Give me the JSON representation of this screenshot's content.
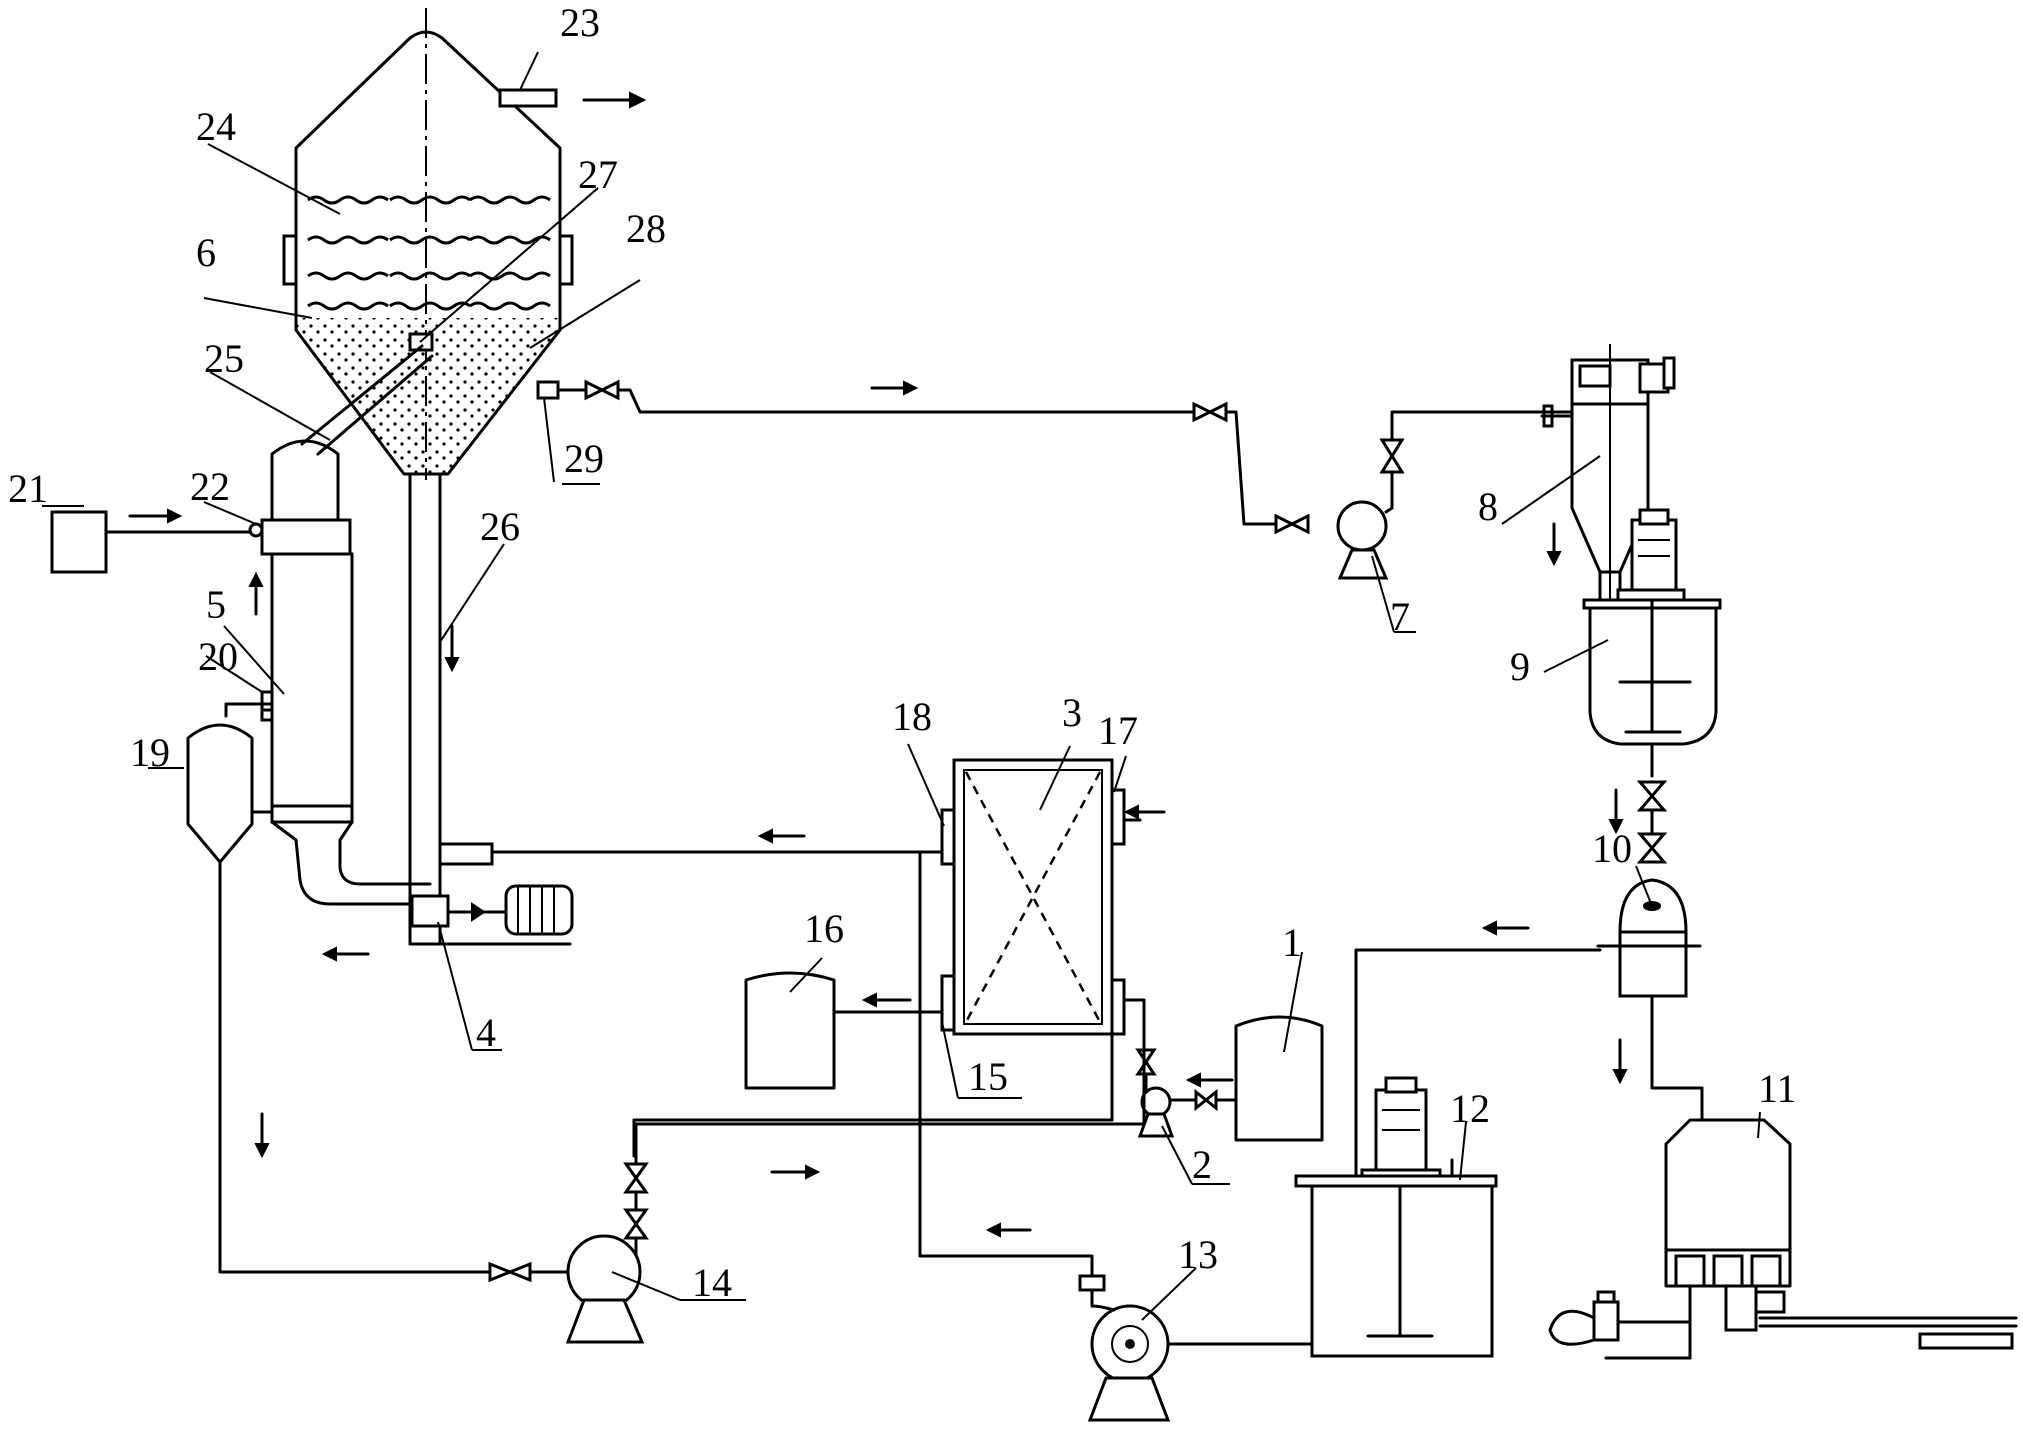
{
  "labels": {
    "l1": "1",
    "l2": "2",
    "l3": "3",
    "l4": "4",
    "l5": "5",
    "l6": "6",
    "l7": "7",
    "l8": "8",
    "l9": "9",
    "l10": "10",
    "l11": "11",
    "l12": "12",
    "l13": "13",
    "l14": "14",
    "l15": "15",
    "l16": "16",
    "l17": "17",
    "l18": "18",
    "l19": "19",
    "l20": "20",
    "l21": "21",
    "l22": "22",
    "l23": "23",
    "l24": "24",
    "l25": "25",
    "l26": "26",
    "l27": "27",
    "l28": "28",
    "l29": "29"
  },
  "arrows": {
    "right": "→",
    "left": "←",
    "up": "↑",
    "down": "↓"
  }
}
